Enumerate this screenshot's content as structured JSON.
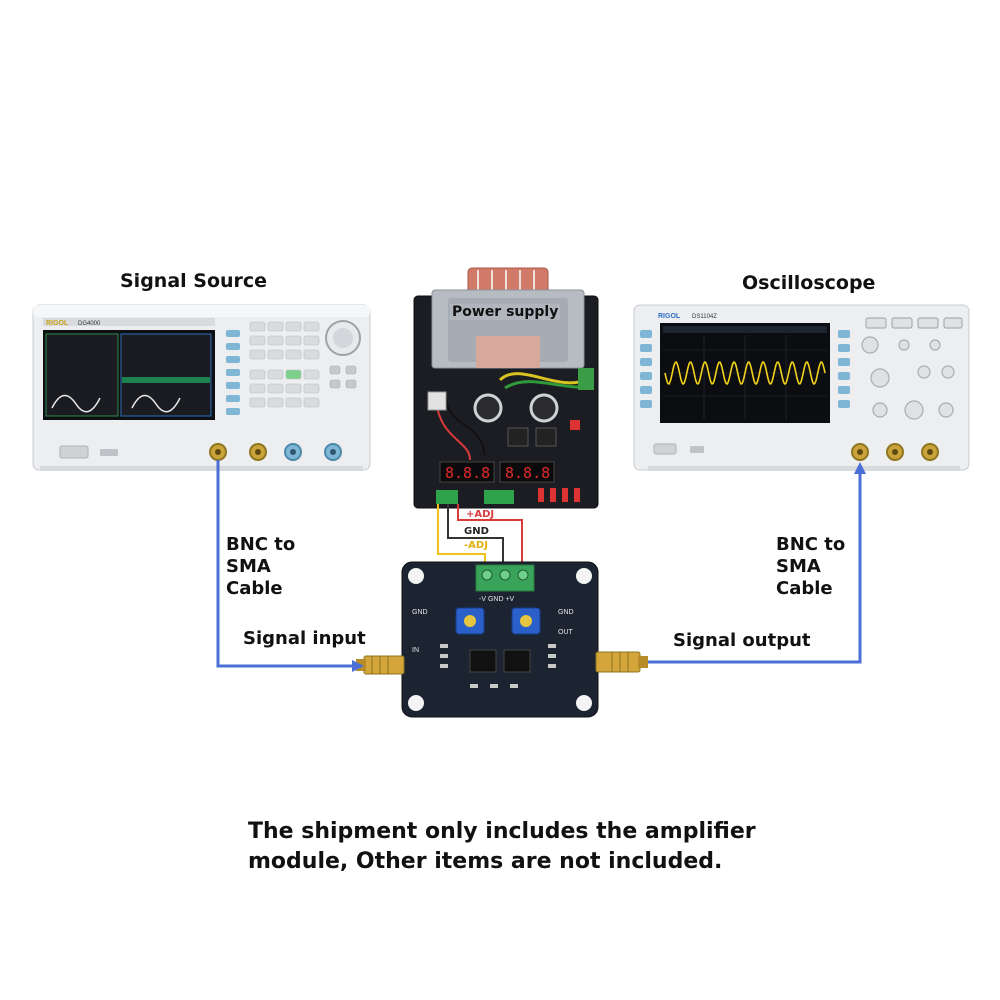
{
  "labels": {
    "signal_source": "Signal Source",
    "oscilloscope": "Oscilloscope",
    "power_supply": "Power supply",
    "bnc_left": "BNC to SMA Cable",
    "bnc_right": "BNC to SMA Cable",
    "signal_input": "Signal input",
    "signal_output": "Signal output",
    "wire_plus_adj": "+ADJ",
    "wire_gnd": "GND",
    "wire_minus_adj": "-ADJ"
  },
  "device_text": {
    "generator_brand": "RIGOL",
    "generator_model": "DG4000",
    "scope_brand": "RIGOL",
    "scope_model": "DS1104Z",
    "supply_display_left": "8.8.8",
    "supply_display_right": "8.8.8",
    "module_terminal_labels": "-V  GND  +V",
    "module_gnd_left": "GND",
    "module_in": "IN",
    "module_gnd_right": "GND",
    "module_out": "OUT"
  },
  "note": {
    "line1": "The shipment only includes the amplifier",
    "line2": "module, Other items are not included."
  },
  "colors": {
    "cable_blue": "#4a6fd6",
    "wire_plus": "#d93b3b",
    "wire_gnd": "#333333",
    "wire_minus": "#f0c419",
    "pcb": "#1c2331",
    "scope_trace": "#f2d21a"
  }
}
